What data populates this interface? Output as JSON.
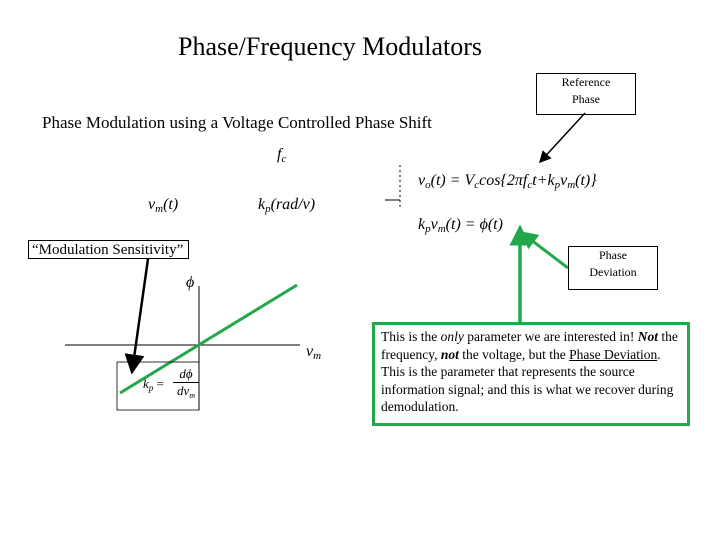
{
  "title": "Phase/Frequency Modulators",
  "reference_box": {
    "line1": "Reference",
    "line2": "Phase"
  },
  "subtitle": "Phase Modulation using a Voltage Controlled Phase Shift",
  "fc": {
    "main": "f",
    "sub": "c"
  },
  "vm_input": {
    "main": "v",
    "sub": "m",
    "rest": "(t)"
  },
  "kp_block": {
    "main": "k",
    "sub": "p",
    "rest": "(rad/v)"
  },
  "output_eq": {
    "v": "v",
    "o_sub": "o",
    "p1": "(t) = V",
    "c_sub": "c",
    "p2": "cos{2πf",
    "c_sub2": "c",
    "p3": "t+k",
    "p_sub": "p",
    "p4": "v",
    "m_sub": "m",
    "p5": "(t)}"
  },
  "deviation_eq": {
    "k": "k",
    "p_sub": "p",
    "v": "v",
    "m_sub": "m",
    "rest": "(t) = ϕ(t)"
  },
  "sensitivity_label": "“Modulation Sensitivity”",
  "phase_deviation_box": {
    "line1": "Phase",
    "line2": "Deviation"
  },
  "graph": {
    "y_axis_label": "ϕ",
    "x_axis_label": {
      "main": "v",
      "sub": "m"
    },
    "formula": {
      "lhs": "k",
      "lhs_sub": "p",
      "eq": "=",
      "num": "dϕ",
      "den": "dv",
      "den_sub": "m"
    }
  },
  "note": {
    "t1": "This is the ",
    "only": "only",
    "t2": " parameter we are interested in! ",
    "not1": "Not",
    "t3": " the frequency, ",
    "not2": "not",
    "t4": " the voltage, but the ",
    "pd": "Phase Deviation",
    "t5": ".  This is the parameter that represents the source information signal; and this is what we recover during demodulation."
  },
  "colors": {
    "accent_green": "#22a84a",
    "line": "#000000"
  }
}
